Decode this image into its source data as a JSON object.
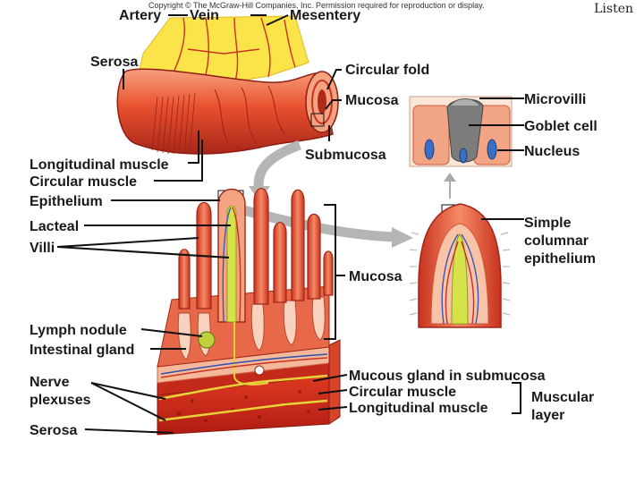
{
  "copyright": "Copyright © The McGraw-Hill Companies, Inc. Permission required for reproduction or display.",
  "listen": "Listen",
  "labels": {
    "artery": "Artery",
    "vein": "Vein",
    "mesentery": "Mesentery",
    "serosa_top": "Serosa",
    "circular_fold": "Circular fold",
    "mucosa_top": "Mucosa",
    "submucosa": "Submucosa",
    "longitudinal_muscle_top": "Longitudinal muscle",
    "circular_muscle_top": "Circular muscle",
    "microvilli": "Microvilli",
    "goblet_cell": "Goblet cell",
    "nucleus": "Nucleus",
    "epithelium": "Epithelium",
    "lacteal": "Lacteal",
    "villi": "Villi",
    "simple_columnar_1": "Simple",
    "simple_columnar_2": "columnar",
    "simple_columnar_3": "epithelium",
    "mucosa_mid": "Mucosa",
    "lymph_nodule": "Lymph nodule",
    "intestinal_gland": "Intestinal gland",
    "nerve_1": "Nerve",
    "nerve_2": "plexuses",
    "mucous_gland": "Mucous gland in submucosa",
    "circular_muscle_bottom": "Circular muscle",
    "longitudinal_muscle_bottom": "Longitudinal muscle",
    "muscular_layer_1": "Muscular",
    "muscular_layer_2": "layer",
    "serosa_bottom": "Serosa"
  },
  "colors": {
    "tissue": "#e8502e",
    "tissue_dark": "#b92a18",
    "tissue_light": "#f59a78",
    "mesentery": "#fbe44a",
    "lacteal": "#d6e24a",
    "cell": "#f7c4a4",
    "nucleus": "#3a6fc4",
    "goblet": "#8a8a8a",
    "arrow": "#b5b5b5"
  }
}
